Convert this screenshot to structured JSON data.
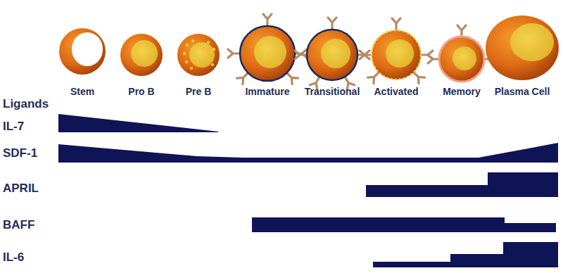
{
  "diagram": {
    "labels": [
      "Stem",
      "Pro B",
      "Pre B",
      "Immature",
      "Transitional",
      "Activated",
      "Memory",
      "Plasma Cell",
      "Ligands",
      "IL-7",
      "SDF-1",
      "APRIL",
      "BAFF",
      "IL-6"
    ]
  }
}
